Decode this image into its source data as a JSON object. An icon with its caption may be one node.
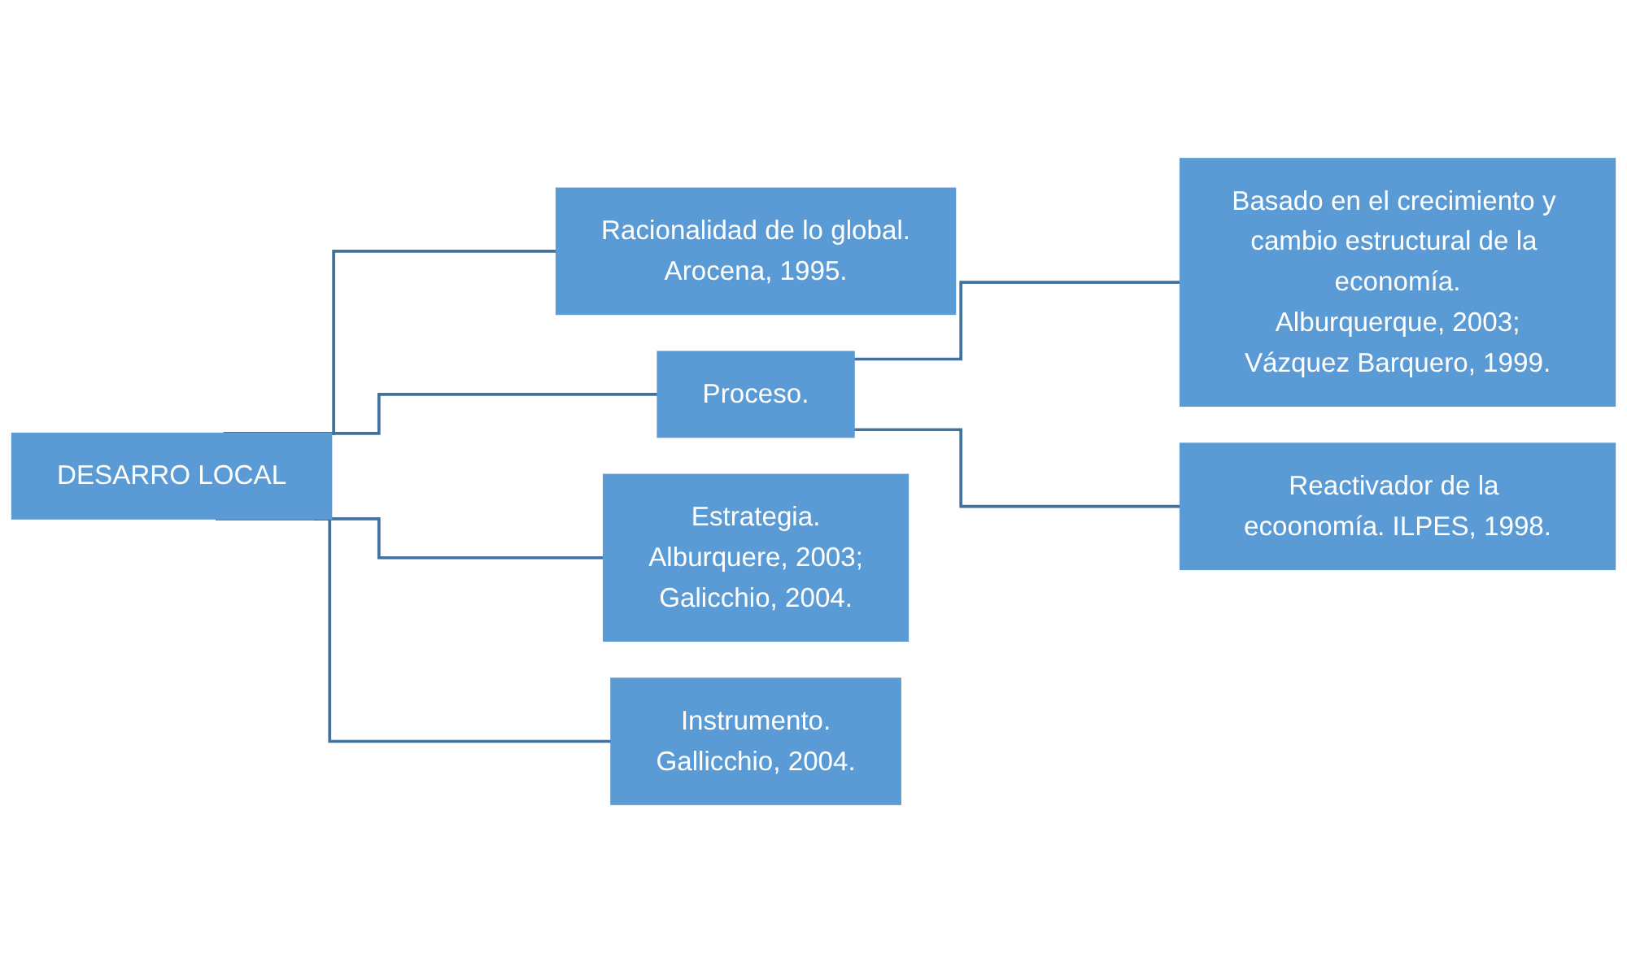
{
  "diagram": {
    "nodes": [
      {
        "text": [
          "DESARRO LOCAL"
        ]
      },
      {
        "text": [
          "Racionalidad de lo global.",
          "Arocena, 1995."
        ]
      },
      {
        "text": [
          "Proceso."
        ]
      },
      {
        "text": [
          "Estrategia.",
          "Alburquere, 2003;",
          "Galicchio, 2004."
        ]
      },
      {
        "text": [
          "Instrumento.",
          "Gallicchio, 2004."
        ]
      },
      {
        "text": [
          "Basado en el crecimiento y cambio estructural de la economía.",
          "Alburquerque, 2003;",
          "Vázquez Barquero, 1999."
        ]
      },
      {
        "text": [
          "Reactivador de la ecoonomía. ILPES, 1998."
        ]
      }
    ],
    "edges": [
      {
        "from": 0,
        "to": 1,
        "arrow": "none"
      },
      {
        "from": 0,
        "to": 2,
        "arrow": "none"
      },
      {
        "from": 0,
        "to": 3,
        "arrow": "none"
      },
      {
        "from": 0,
        "to": 4,
        "arrow": "none"
      },
      {
        "from": 2,
        "to": 5,
        "arrow": "none"
      },
      {
        "from": 2,
        "to": 6,
        "arrow": "none"
      }
    ]
  }
}
